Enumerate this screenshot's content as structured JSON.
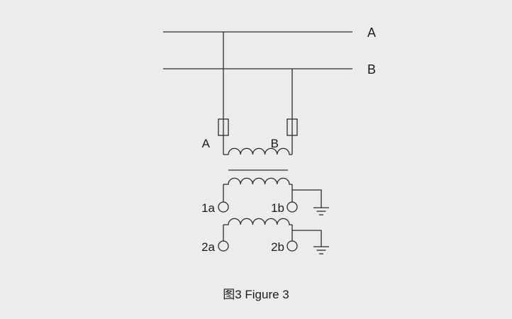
{
  "colors": {
    "background": "#ececec",
    "line": "#2b2b2b",
    "text": "#1b1b1b"
  },
  "labels": {
    "bus_a": "A",
    "bus_b": "B",
    "primary_a": "A",
    "primary_b": "B",
    "terminal_1a": "1a",
    "terminal_1b": "1b",
    "terminal_2a": "2a",
    "terminal_2b": "2b"
  },
  "caption": "图3 Figure 3"
}
